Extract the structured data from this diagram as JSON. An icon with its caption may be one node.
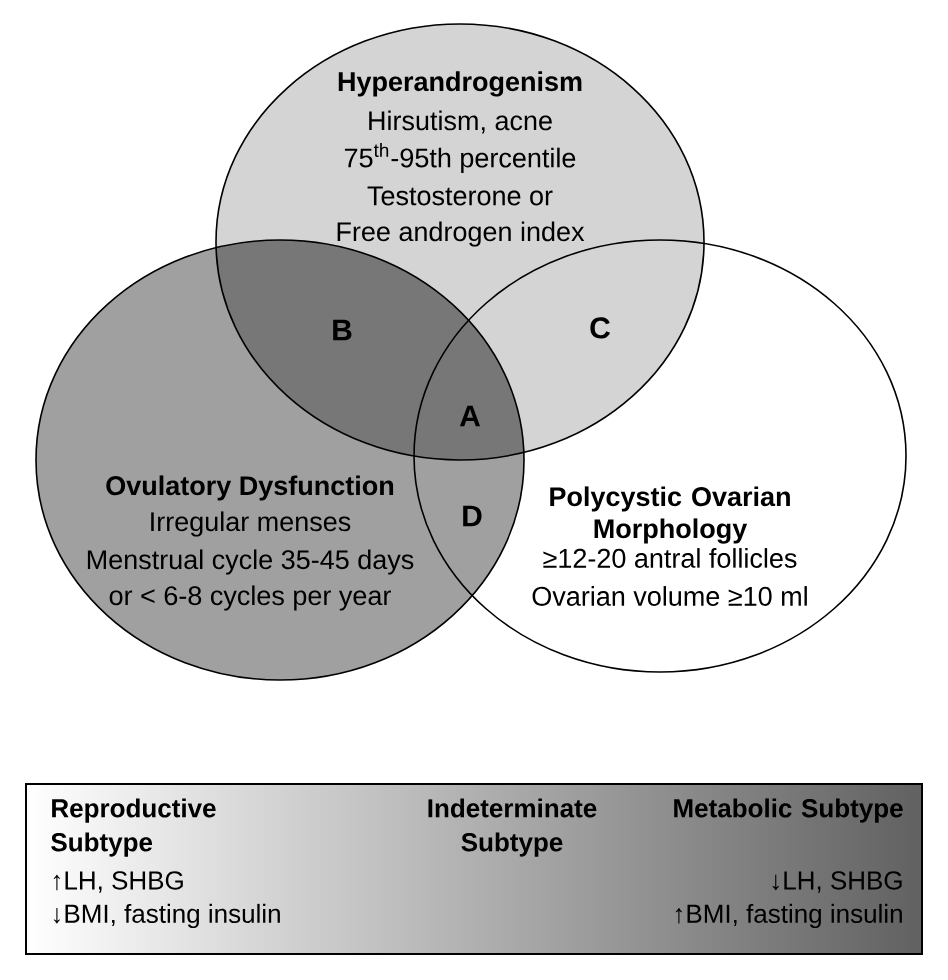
{
  "diagram": {
    "nodes": [
      {
        "text": [
          "Hyperandrogenism",
          "Hirsutism, acne",
          "75$^{th}$-95th percentile",
          "Testosterone or",
          "Free androgen index"
        ]
      },
      {
        "text": [
          "Ovulatory Dysfunction",
          "Irregular menses",
          "Menstrual cycle 35-45 days",
          "or < 6-8 cycles per year"
        ]
      },
      {
        "text": [
          "Polycystic Ovarian Morphology",
          "≥12-20 antral follicles",
          "Ovarian volume ≥10 ml"
        ]
      },
      {
        "text": [
          "Reproductive Subtype",
          "↑LH, SHBG",
          "↓BMI, fasting insulin",
          "Indeterminate Subtype",
          "Metabolic Subtype",
          "↓LH, SHBG",
          "↑BMI, fasting insulin"
        ]
      }
    ],
    "labels": [
      "B",
      "C",
      "A",
      "D"
    ]
  }
}
